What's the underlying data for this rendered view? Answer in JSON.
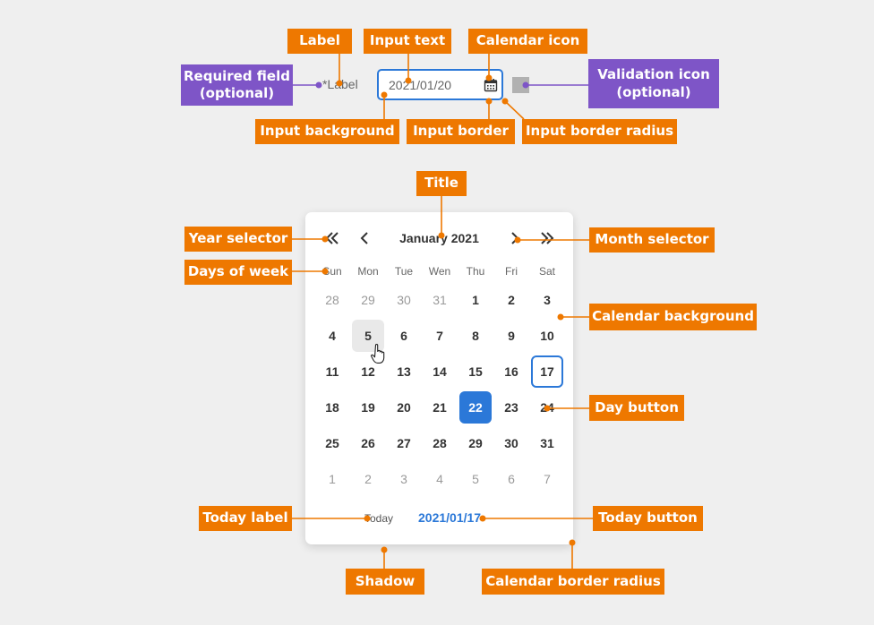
{
  "annotations": {
    "label": "Label",
    "input_text": "Input text",
    "calendar_icon": "Calendar icon",
    "required_field": "Required field\n(optional)",
    "validation_icon": "Validation icon\n(optional)",
    "input_background": "Input background",
    "input_border": "Input border",
    "input_border_radius": "Input border radius",
    "title": "Title",
    "year_selector": "Year selector",
    "days_of_week": "Days of week",
    "month_selector": "Month selector",
    "calendar_background": "Calendar background",
    "day_button": "Day button",
    "today_label": "Today label",
    "today_button": "Today button",
    "shadow": "Shadow",
    "calendar_border_radius": "Calendar border radius"
  },
  "input": {
    "required_marker": "*",
    "label": "Label",
    "value": "2021/01/20",
    "icon": "calendar-icon"
  },
  "calendar": {
    "title": "January 2021",
    "days_of_week": [
      "Sun",
      "Mon",
      "Tue",
      "Wen",
      "Thu",
      "Fri",
      "Sat"
    ],
    "weeks": [
      [
        "28",
        "29",
        "30",
        "31",
        "1",
        "2",
        "3"
      ],
      [
        "4",
        "5",
        "6",
        "7",
        "8",
        "9",
        "10"
      ],
      [
        "11",
        "12",
        "13",
        "14",
        "15",
        "16",
        "17"
      ],
      [
        "18",
        "19",
        "20",
        "21",
        "22",
        "23",
        "24"
      ],
      [
        "25",
        "26",
        "27",
        "28",
        "29",
        "30",
        "31"
      ],
      [
        "1",
        "2",
        "3",
        "4",
        "5",
        "6",
        "7"
      ]
    ],
    "muted_days": [
      [
        0,
        0
      ],
      [
        0,
        1
      ],
      [
        0,
        2
      ],
      [
        0,
        3
      ],
      [
        5,
        0
      ],
      [
        5,
        1
      ],
      [
        5,
        2
      ],
      [
        5,
        3
      ],
      [
        5,
        4
      ],
      [
        5,
        5
      ],
      [
        5,
        6
      ]
    ],
    "hover_day": [
      1,
      1
    ],
    "today_day": [
      2,
      6
    ],
    "selected_day": [
      3,
      4
    ],
    "today_label": "Today",
    "today_button": "2021/01/17"
  },
  "colors": {
    "annotation_orange": "#ee7800",
    "annotation_purple": "#7e55c7",
    "accent_blue": "#2b78d8"
  }
}
